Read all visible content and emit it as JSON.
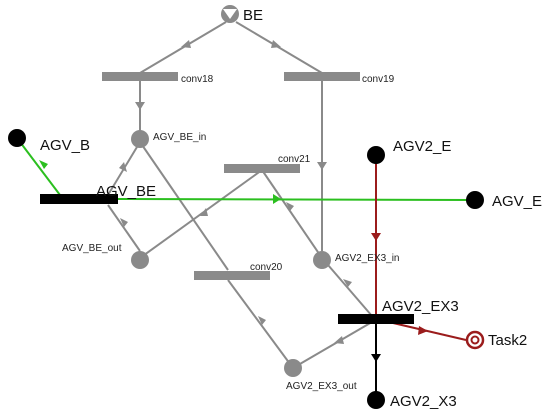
{
  "diagram": {
    "places": {
      "be": "BE",
      "agv_b": "AGV_B",
      "agv_be_in": "AGV_BE_in",
      "agv_be_out": "AGV_BE_out",
      "agv_e": "AGV_E",
      "agv2_e": "AGV2_E",
      "agv2_ex3_in": "AGV2_EX3_in",
      "agv2_ex3_out": "AGV2_EX3_out",
      "task2": "Task2",
      "agv2_x3": "AGV2_X3"
    },
    "transitions": {
      "conv18": "conv18",
      "conv19": "conv19",
      "conv21": "conv21",
      "conv20": "conv20",
      "agv_be": "AGV_BE",
      "agv2_ex3": "AGV2_EX3"
    },
    "colors": {
      "gray": "#8a8a8a",
      "green": "#2bbf1f",
      "dark_red": "#9b1c1c",
      "black": "#000000"
    }
  }
}
